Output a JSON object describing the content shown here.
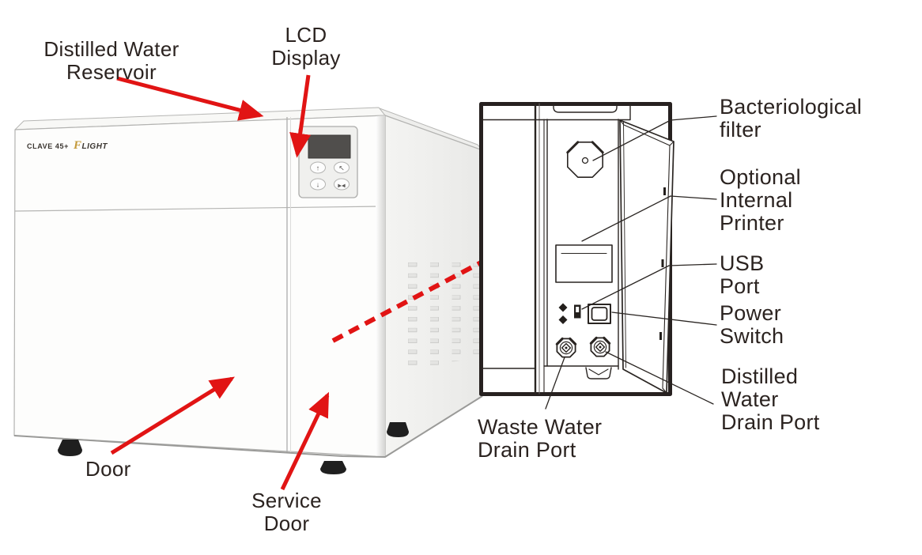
{
  "colors": {
    "accent_red": "#e11414",
    "drawing_line": "#2a2522",
    "label_text": "#2b2320",
    "brand_gold": "#c49a3a",
    "lcd_screen": "#504e4c"
  },
  "brand": {
    "model": "CLAVE 45+",
    "logo_f": "F",
    "logo_rest": "LIGHT"
  },
  "panel": {
    "buttons": {
      "up": "↑",
      "select": "↖",
      "down": "↓",
      "start": "▶◀"
    }
  },
  "labels": {
    "reservoir": "Distilled Water\nReservoir",
    "lcd": "LCD\nDisplay",
    "door": "Door",
    "service_door": "Service\nDoor",
    "bacteriological_filter": "Bacteriological\nfilter",
    "internal_printer": "Optional\nInternal\nPrinter",
    "usb_port": "USB\nPort",
    "power_switch": "Power\nSwitch",
    "distilled_drain": "Distilled\nWater\nDrain Port",
    "waste_drain": "Waste Water\nDrain Port"
  }
}
